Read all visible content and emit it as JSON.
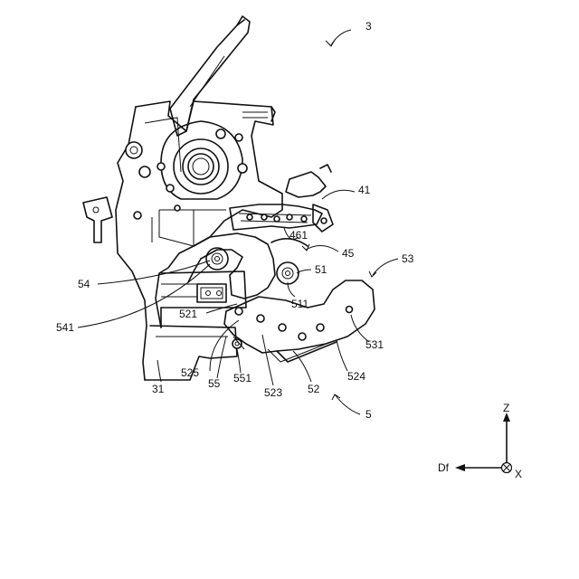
{
  "labels": {
    "l3": "3",
    "l41": "41",
    "l461": "461",
    "l45": "45",
    "l53": "53",
    "l51": "51",
    "l54": "54",
    "l511": "511",
    "l521": "521",
    "l541": "541",
    "l531": "531",
    "l525": "525",
    "l55": "55",
    "l551": "551",
    "l524": "524",
    "l31": "31",
    "l523": "523",
    "l52": "52",
    "l5": "5"
  },
  "axes": {
    "z": "Z",
    "df": "Df",
    "x": "X"
  }
}
